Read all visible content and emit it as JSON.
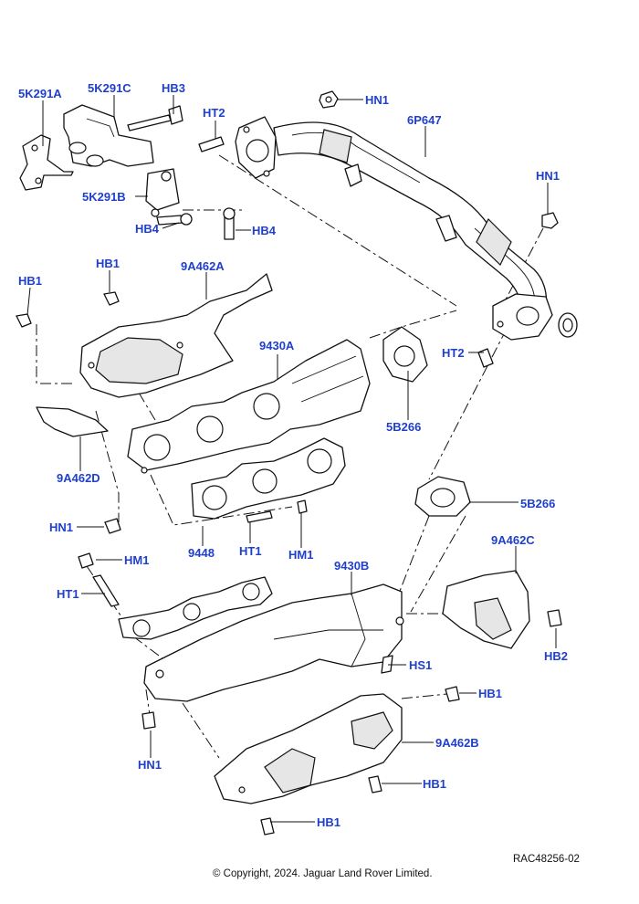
{
  "colors": {
    "label": "#1f3fcc",
    "line": "#111111"
  },
  "labels": [
    {
      "id": "5K291A",
      "text": "5K291A"
    },
    {
      "id": "5K291C",
      "text": "5K291C"
    },
    {
      "id": "HB3",
      "text": "HB3"
    },
    {
      "id": "HN1_a",
      "text": "HN1"
    },
    {
      "id": "HT2_a",
      "text": "HT2"
    },
    {
      "id": "6P647",
      "text": "6P647"
    },
    {
      "id": "HN1_b",
      "text": "HN1"
    },
    {
      "id": "5K291B",
      "text": "5K291B"
    },
    {
      "id": "HB4_a",
      "text": "HB4"
    },
    {
      "id": "HB4_b",
      "text": "HB4"
    },
    {
      "id": "HB1_a",
      "text": "HB1"
    },
    {
      "id": "HB1_b",
      "text": "HB1"
    },
    {
      "id": "9A462A",
      "text": "9A462A"
    },
    {
      "id": "9430A",
      "text": "9430A"
    },
    {
      "id": "HT2_b",
      "text": "HT2"
    },
    {
      "id": "5B266_a",
      "text": "5B266"
    },
    {
      "id": "9A462D",
      "text": "9A462D"
    },
    {
      "id": "5B266_b",
      "text": "5B266"
    },
    {
      "id": "HN1_c",
      "text": "HN1"
    },
    {
      "id": "9448",
      "text": "9448"
    },
    {
      "id": "HT1_a",
      "text": "HT1"
    },
    {
      "id": "HM1_a",
      "text": "HM1"
    },
    {
      "id": "9A462C",
      "text": "9A462C"
    },
    {
      "id": "HM1_b",
      "text": "HM1"
    },
    {
      "id": "9430B",
      "text": "9430B"
    },
    {
      "id": "HT1_b",
      "text": "HT1"
    },
    {
      "id": "HB2",
      "text": "HB2"
    },
    {
      "id": "HS1",
      "text": "HS1"
    },
    {
      "id": "HB1_c",
      "text": "HB1"
    },
    {
      "id": "9A462B",
      "text": "9A462B"
    },
    {
      "id": "HN1_d",
      "text": "HN1"
    },
    {
      "id": "HB1_d",
      "text": "HB1"
    },
    {
      "id": "HB1_e",
      "text": "HB1"
    }
  ],
  "footer": {
    "ref": "RAC48256-02",
    "copyright": "© Copyright, 2024. Jaguar Land Rover Limited."
  }
}
